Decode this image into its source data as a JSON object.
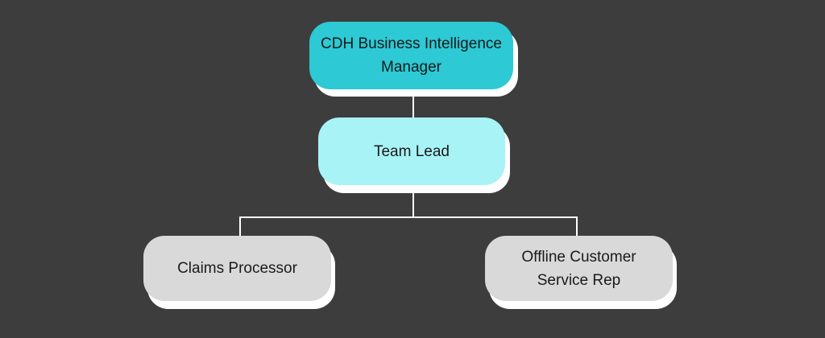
{
  "diagram": {
    "type": "org-chart",
    "nodes": [
      {
        "id": "manager",
        "label": "CDH Business Intelligence Manager",
        "color": "#2dc9d4"
      },
      {
        "id": "teamlead",
        "label": "Team Lead",
        "color": "#a8f3f6"
      },
      {
        "id": "claims",
        "label": "Claims Processor",
        "color": "#d9d9d9"
      },
      {
        "id": "offline",
        "label": "Offline Customer Service Rep",
        "color": "#d9d9d9"
      }
    ],
    "edges": [
      {
        "from": "manager",
        "to": "teamlead"
      },
      {
        "from": "teamlead",
        "to": "claims"
      },
      {
        "from": "teamlead",
        "to": "offline"
      }
    ],
    "colors": {
      "background": "#3d3d3d",
      "connector": "#ffffff",
      "shadow": "#ffffff"
    }
  }
}
